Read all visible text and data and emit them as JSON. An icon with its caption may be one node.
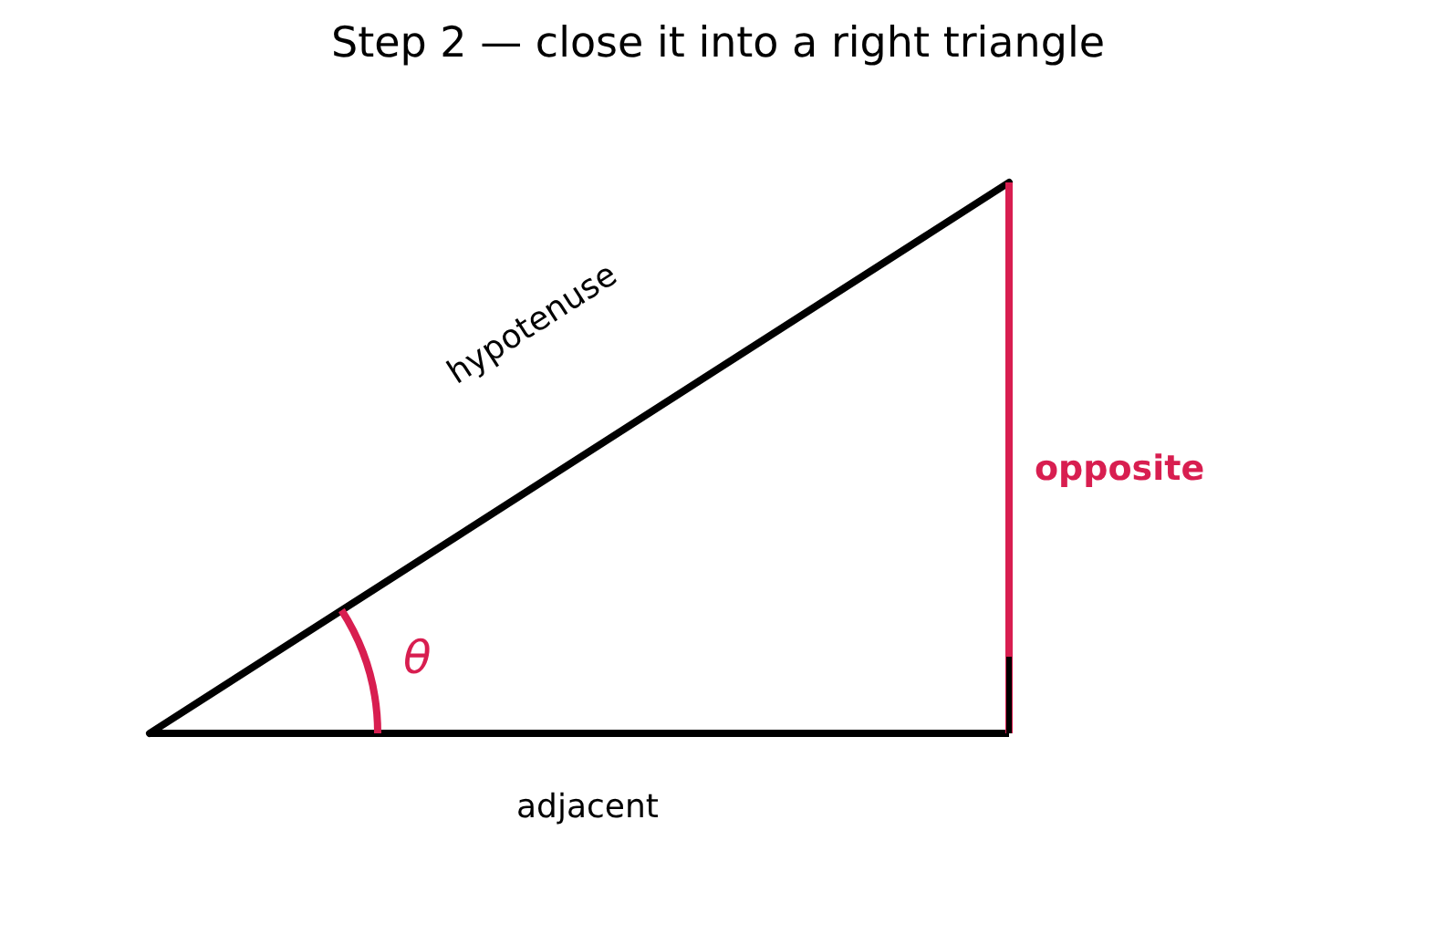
{
  "diagram": {
    "title": "Step 2 — close it into a right triangle",
    "labels": [
      "hypotenuse",
      "opposite",
      "θ",
      "adjacent"
    ]
  }
}
